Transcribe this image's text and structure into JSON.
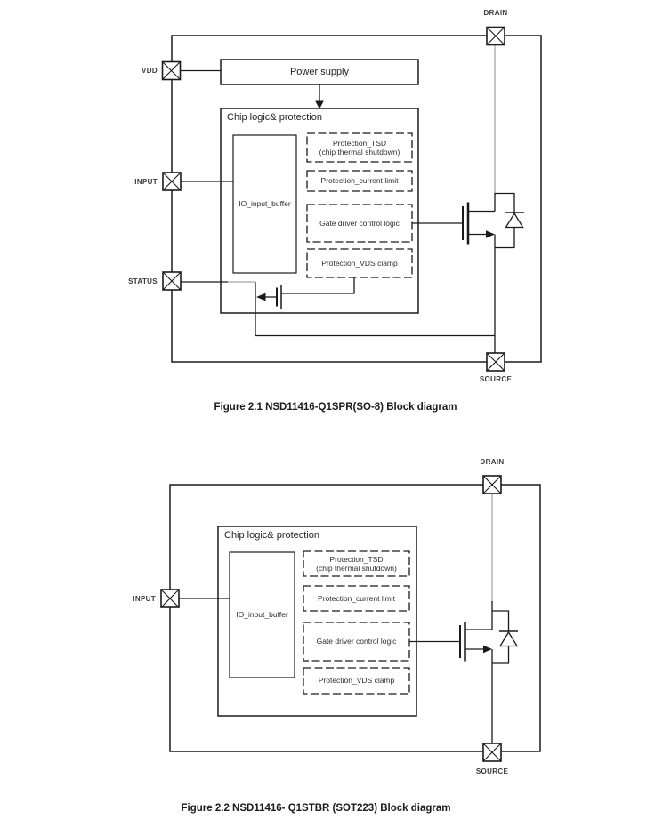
{
  "page": {
    "figure1": {
      "caption": "Figure 2.1 NSD11416-Q1SPR(SO-8) Block diagram",
      "pins": {
        "vdd": "VDD",
        "input": "INPUT",
        "status": "STATUS",
        "drain": "DRAIN",
        "source": "SOURCE"
      },
      "blocks": {
        "power_supply": "Power supply",
        "chip_logic": "Chip logic& protection",
        "io_input_buffer": "IO_input_buffer",
        "protection_tsd": "Protection_TSD",
        "protection_tsd_note": "(chip thermal shutdown)",
        "protection_current_limit": "Protection_current limit",
        "gate_driver": "Gate driver control logic",
        "protection_vds_clamp": "Protection_VDS clamp"
      }
    },
    "figure2": {
      "caption": "Figure 2.2 NSD11416- Q1STBR (SOT223) Block diagram",
      "pins": {
        "input": "INPUT",
        "drain": "DRAIN",
        "source": "SOURCE"
      },
      "blocks": {
        "chip_logic": "Chip logic& protection",
        "io_input_buffer": "IO_input_buffer",
        "protection_tsd": "Protection_TSD",
        "protection_tsd_note": "(chip thermal shutdown)",
        "protection_current_limit": "Protection_current limit",
        "gate_driver": "Gate driver control logic",
        "protection_vds_clamp": "Protection_VDS clamp"
      }
    },
    "colors": {
      "line": "#1a1a1a",
      "muted_line": "#a8a8a8",
      "block_text": "#2c2c36",
      "pin_text": "#3a3a40"
    }
  }
}
